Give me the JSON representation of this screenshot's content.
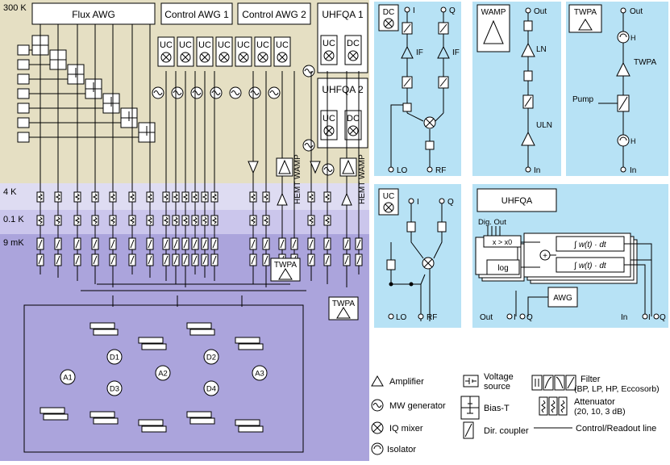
{
  "colors": {
    "room_temp_band": "#e5dfc3",
    "k4_band": "#dedcf2",
    "k01_band": "#cbc6ec",
    "mk_band": "#aba4dc",
    "detail_panel": "#b7e2f5",
    "box_fill": "#ffffff",
    "line": "#000000"
  },
  "stages": {
    "room": "300 K",
    "k4": "4 K",
    "k01": "0.1 K",
    "mk": "9 mK"
  },
  "instruments": {
    "flux_awg": "Flux AWG",
    "control_awg_1": "Control AWG 1",
    "control_awg_2": "Control AWG 2",
    "uhfqa_1": "UHFQA 1",
    "uhfqa_2": "UHFQA 2",
    "uc": "UC",
    "dc": "DC",
    "hemt": "HEMT",
    "wamp": "WAMP",
    "twpa": "TWPA"
  },
  "qubits": {
    "data": [
      "D1",
      "D2",
      "D3",
      "D4"
    ],
    "ancilla": [
      "A1",
      "A2",
      "A3"
    ]
  },
  "panels": {
    "dc": {
      "title": "DC",
      "port_i": "I",
      "port_q": "Q",
      "if_left": "IF",
      "if_right": "IF",
      "port_lo": "LO",
      "port_rf": "RF"
    },
    "wamp": {
      "title": "WAMP",
      "port_out": "Out",
      "ln": "LN",
      "uln": "ULN",
      "port_in": "In"
    },
    "twpa": {
      "title": "TWPA",
      "port_out": "Out",
      "h_top": "H",
      "twpa_label": "TWPA",
      "pump": "Pump",
      "h_bottom": "H",
      "port_in": "In"
    },
    "uc": {
      "title": "UC",
      "port_i": "I",
      "port_q": "Q",
      "port_lo": "LO",
      "port_rf": "RF"
    },
    "uhfqa": {
      "title": "UHFQA",
      "dig_out": "Dig. Out",
      "threshold": "x > x0",
      "log": "log",
      "integral": "∫ w(t) · dt",
      "awg": "AWG",
      "port_out": "Out",
      "port_i": "I",
      "port_q": "Q",
      "port_in": "In",
      "port_i2": "I",
      "port_q2": "Q"
    }
  },
  "legend": {
    "amplifier": "Amplifier",
    "voltage_source": "Voltage\nsource",
    "filter": "Filter",
    "filter_sub": "(BP, LP, HP, Eccosorb)",
    "mw_generator": "MW generator",
    "bias_t": "Bias-T",
    "attenuator": "Attenuator",
    "attenuator_sub": "(20, 10, 3 dB)",
    "iq_mixer": "IQ mixer",
    "dir_coupler": "Dir. coupler",
    "line": "Control/Readout line",
    "isolator": "Isolator"
  }
}
